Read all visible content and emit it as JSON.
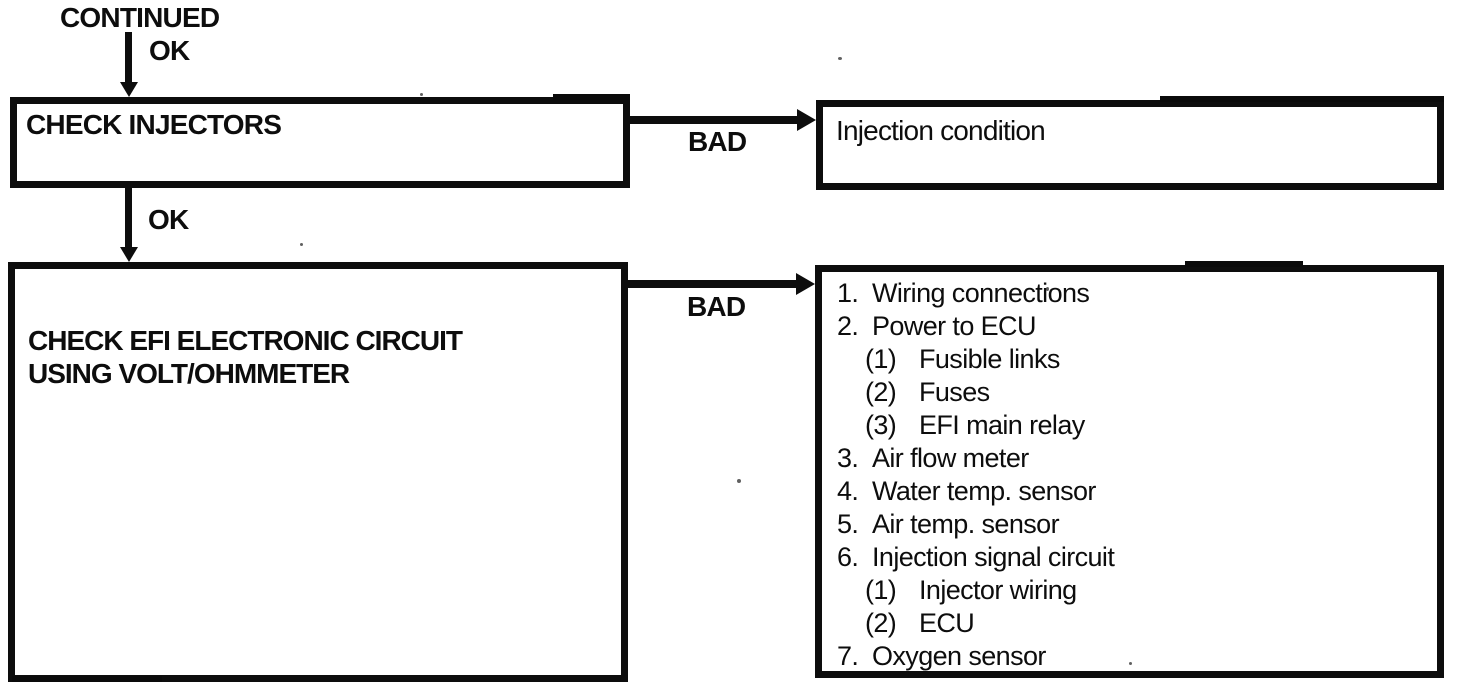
{
  "page": {
    "ink_color": "#0d0d0d",
    "background_color": "#ffffff"
  },
  "labels": {
    "continued": "CONTINUED",
    "ok_1": "OK",
    "ok_2": "OK",
    "bad_1": "BAD",
    "bad_2": "BAD"
  },
  "boxes": {
    "check_injectors": {
      "title": "CHECK INJECTORS"
    },
    "injection_condition": {
      "text": "Injection condition"
    },
    "check_efi_circuit": {
      "line1": "CHECK EFI ELECTRONIC CIRCUIT",
      "line2": "USING VOLT/OHMMETER"
    },
    "efi_checklist": {
      "items": [
        {
          "indent": 0,
          "marker": "1.",
          "text": "Wiring connections"
        },
        {
          "indent": 0,
          "marker": "2.",
          "text": "Power to ECU"
        },
        {
          "indent": 1,
          "marker": "(1)",
          "text": "Fusible links"
        },
        {
          "indent": 1,
          "marker": "(2)",
          "text": "Fuses"
        },
        {
          "indent": 1,
          "marker": "(3)",
          "text": "EFI main relay"
        },
        {
          "indent": 0,
          "marker": "3.",
          "text": "Air flow meter"
        },
        {
          "indent": 0,
          "marker": "4.",
          "text": "Water temp. sensor"
        },
        {
          "indent": 0,
          "marker": "5.",
          "text": "Air temp. sensor"
        },
        {
          "indent": 0,
          "marker": "6.",
          "text": "Injection signal circuit"
        },
        {
          "indent": 1,
          "marker": "(1)",
          "text": "Injector wiring"
        },
        {
          "indent": 1,
          "marker": "(2)",
          "text": "ECU"
        },
        {
          "indent": 0,
          "marker": "7.",
          "text": "Oxygen sensor"
        }
      ]
    }
  }
}
